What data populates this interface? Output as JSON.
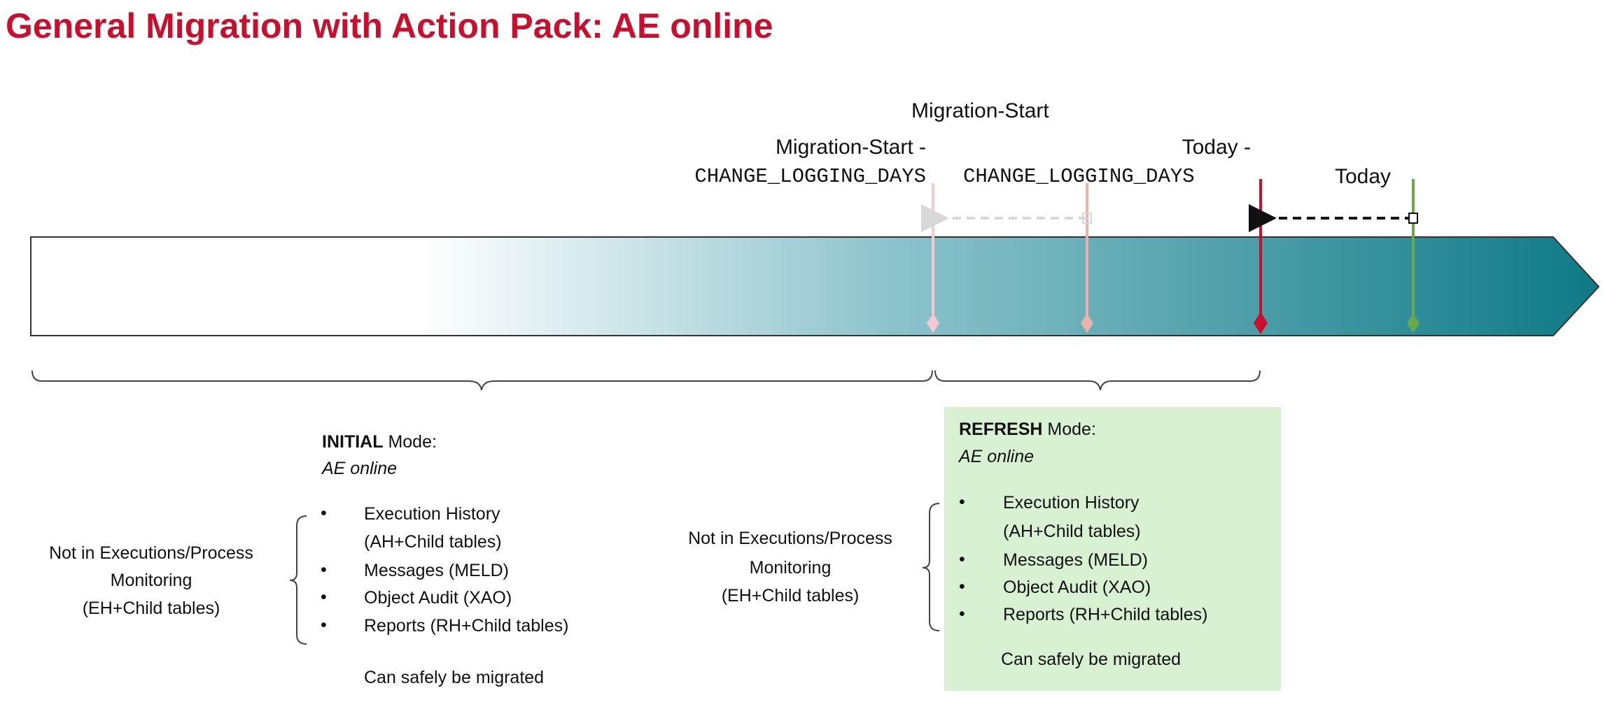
{
  "title": "General Migration with Action Pack: AE online",
  "timeline": {
    "markers": [
      {
        "label_line1": "Migration-Start -",
        "label_line2": "CHANGE_LOGGING_DAYS",
        "color": "#f4c9cf"
      },
      {
        "label_line1": "Migration-Start",
        "label_line2": "CHANGE_LOGGING_DAYS",
        "color": "#e8b3ab"
      },
      {
        "label_line1": "Today -",
        "label_line2": "",
        "color": "#c8102e"
      },
      {
        "label_line1": "Today",
        "label_line2": "",
        "color": "#6aa84f"
      }
    ],
    "bar_color": "#0e7a86"
  },
  "initial": {
    "mode_bold": "INITIAL",
    "mode_rest": " Mode:",
    "subtitle": "AE online",
    "side_label": [
      "Not in Executions/Process",
      "Monitoring",
      "(EH+Child tables)"
    ],
    "items": [
      "Execution History",
      "(AH+Child tables)",
      "Messages (MELD)",
      "Object Audit (XAO)",
      "Reports (RH+Child tables)"
    ],
    "note": "Can safely be migrated"
  },
  "refresh": {
    "mode_bold": "REFRESH",
    "mode_rest": " Mode:",
    "subtitle": "AE online",
    "side_label": [
      "Not in Executions/Process",
      "Monitoring",
      "(EH+Child tables)"
    ],
    "items": [
      "Execution History",
      "(AH+Child tables)",
      "Messages (MELD)",
      "Object Audit (XAO)",
      "Reports (RH+Child tables)"
    ],
    "note": "Can safely be migrated",
    "box_color": "#d9f1d3"
  }
}
